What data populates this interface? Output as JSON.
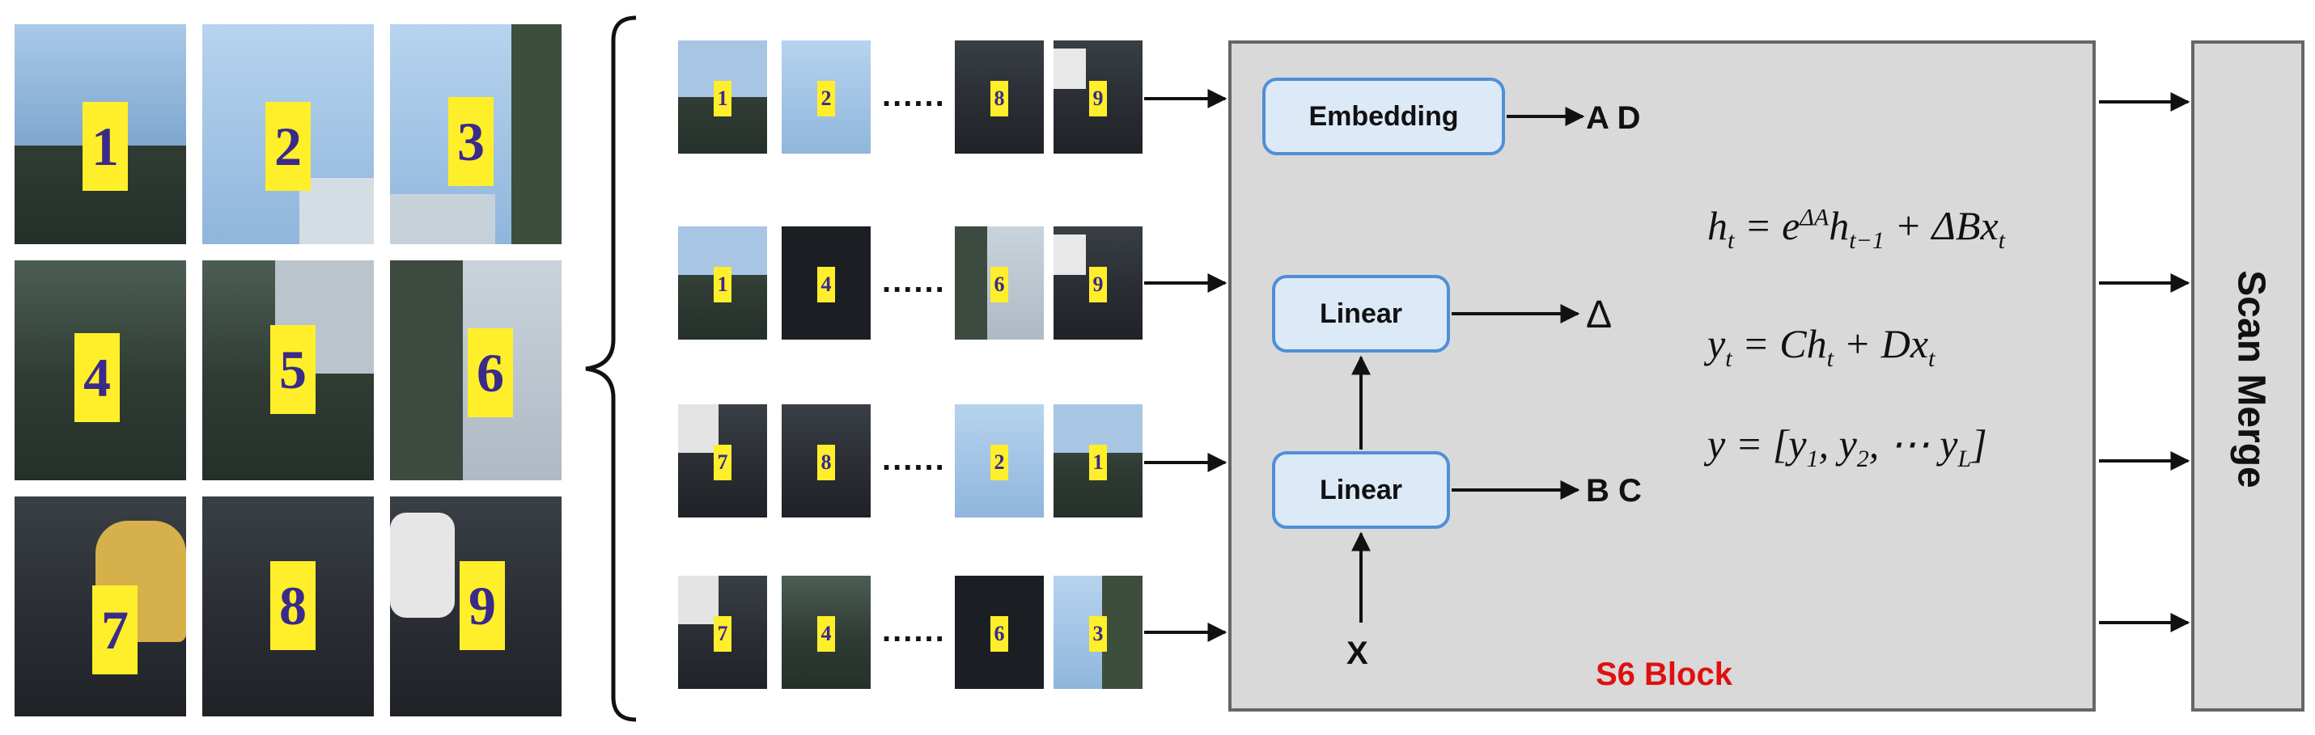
{
  "grid": {
    "tiles": [
      {
        "num": "1",
        "kind": "tree"
      },
      {
        "num": "2",
        "kind": "sky"
      },
      {
        "num": "3",
        "kind": "sky"
      },
      {
        "num": "4",
        "kind": "tree"
      },
      {
        "num": "5",
        "kind": "tree"
      },
      {
        "num": "6",
        "kind": "bld"
      },
      {
        "num": "7",
        "kind": "road"
      },
      {
        "num": "8",
        "kind": "road"
      },
      {
        "num": "9",
        "kind": "road"
      }
    ]
  },
  "sequences": [
    {
      "first": "1",
      "second": "2",
      "third": "8",
      "fourth": "9",
      "ellipsis": "......"
    },
    {
      "first": "1",
      "second": "4",
      "third": "6",
      "fourth": "9",
      "ellipsis": "......"
    },
    {
      "first": "7",
      "second": "8",
      "third": "2",
      "fourth": "1",
      "ellipsis": "......"
    },
    {
      "first": "7",
      "second": "4",
      "third": "6",
      "fourth": "3",
      "ellipsis": "......"
    }
  ],
  "block": {
    "title": "S6 Block",
    "embedding_label": "Embedding",
    "linear_top_label": "Linear",
    "linear_bottom_label": "Linear",
    "out_ad": "A D",
    "out_delta": "Δ",
    "out_bc": "B C",
    "input_x": "X"
  },
  "equations": {
    "eq1_lhs": "h",
    "eq1_lhs_sub": "t",
    "eq1_mid": " = e",
    "eq1_sup": "ΔA",
    "eq1_h": "h",
    "eq1_h_sub": "t−1",
    "eq1_rest": " + ΔBx",
    "eq1_rest_sub": "t",
    "eq2_lhs": "y",
    "eq2_lhs_sub": "t",
    "eq2_mid": " = Ch",
    "eq2_mid_sub": "t",
    "eq2_rest": " + Dx",
    "eq2_rest_sub": "t",
    "eq3_text": "y = [y",
    "eq3_s1": "1",
    "eq3_comma": ", y",
    "eq3_s2": "2",
    "eq3_mid": ", ⋯ y",
    "eq3_sL": "L",
    "eq3_end": "]"
  },
  "merge": {
    "label": "Scan Merge"
  },
  "colors": {
    "badge_fill": "#ffef2a",
    "badge_text": "#3a2a8a",
    "module_border": "#4f8fd6",
    "module_fill": "#dce9f7",
    "block_fill": "#d9d9d9",
    "title_red": "#e01010"
  }
}
